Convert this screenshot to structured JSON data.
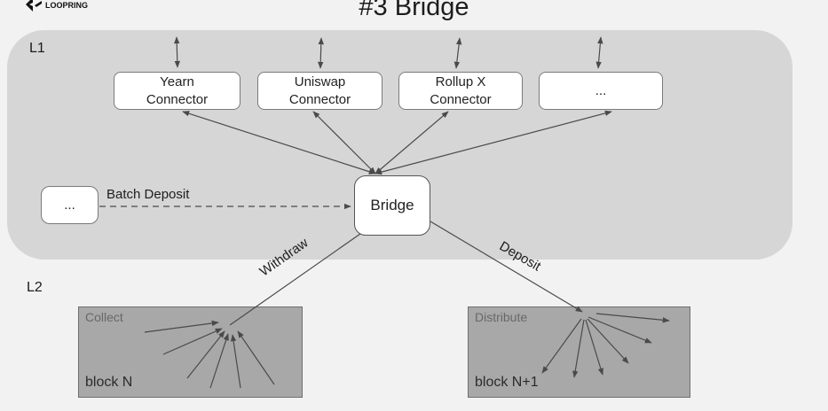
{
  "brand": {
    "name": "LOOPRING"
  },
  "title": "#3 Bridge",
  "layers": {
    "l1_label": "L1",
    "l2_label": "L2"
  },
  "connectors": [
    {
      "line1": "Yearn",
      "line2": "Connector"
    },
    {
      "line1": "Uniswap",
      "line2": "Connector"
    },
    {
      "line1": "Rollup X",
      "line2": "Connector"
    },
    {
      "line1": "...",
      "line2": ""
    }
  ],
  "bridge": {
    "label": "Bridge"
  },
  "dots_box": {
    "label": "..."
  },
  "edges": {
    "batch_deposit": "Batch Deposit",
    "withdraw": "Withdraw",
    "deposit": "Deposit"
  },
  "blocks": {
    "collect": {
      "title": "Collect",
      "label": "block N"
    },
    "distribute": {
      "title": "Distribute",
      "label": "block N+1"
    }
  },
  "colors": {
    "l1_panel": "#d6d6d6",
    "l2_block": "#a8a8a8",
    "line": "#4a4a4a",
    "background": "#f2f2f2"
  }
}
